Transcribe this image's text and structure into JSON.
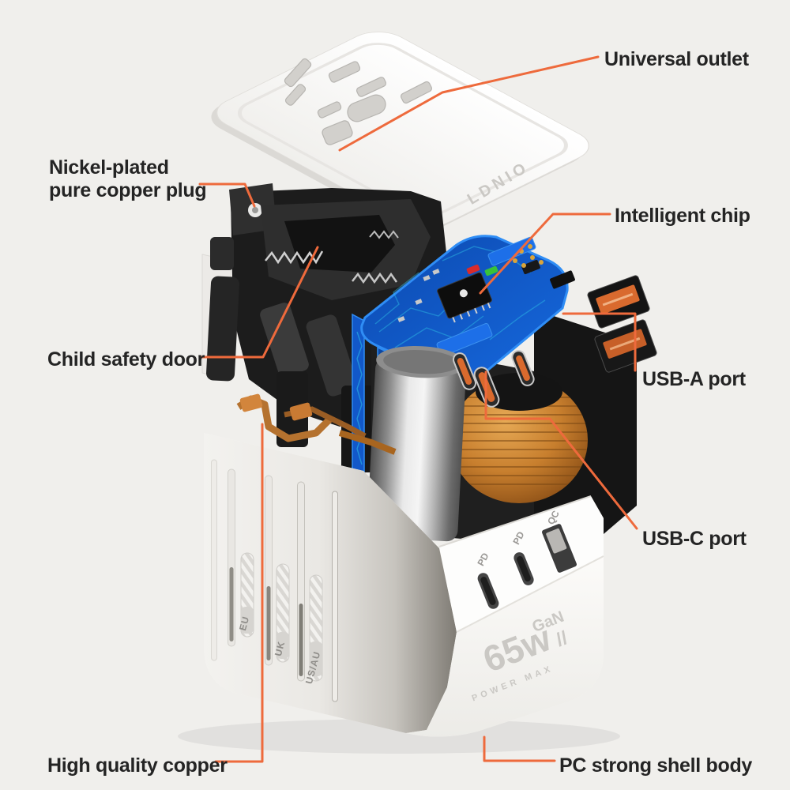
{
  "scene": {
    "background_color": "#f0efec",
    "accent_color": "#ee6a3c",
    "label_color": "#242424"
  },
  "callouts": {
    "universal_outlet": "Universal outlet",
    "nickel_plated_line1": "Nickel-plated",
    "nickel_plated_line2": "pure copper plug",
    "intelligent_chip": "Intelligent chip",
    "child_safety_door": "Child safety door",
    "usb_a_port": "USB-A port",
    "usb_c_port": "USB-C port",
    "high_quality_copper": "High quality copper",
    "pc_strong_shell_body": "PC strong shell body"
  },
  "device": {
    "brand": "LDNIO",
    "wattage": "65w",
    "tech_label": "GaN",
    "power_label": "POWER MAX",
    "power_slashes": "//",
    "port_labels": {
      "usb_c_1": "PD",
      "usb_c_2": "PD",
      "usb_a": "QC"
    },
    "plug_sliders": {
      "eu": "EU",
      "uk": "UK",
      "us_au": "US/AU"
    }
  }
}
